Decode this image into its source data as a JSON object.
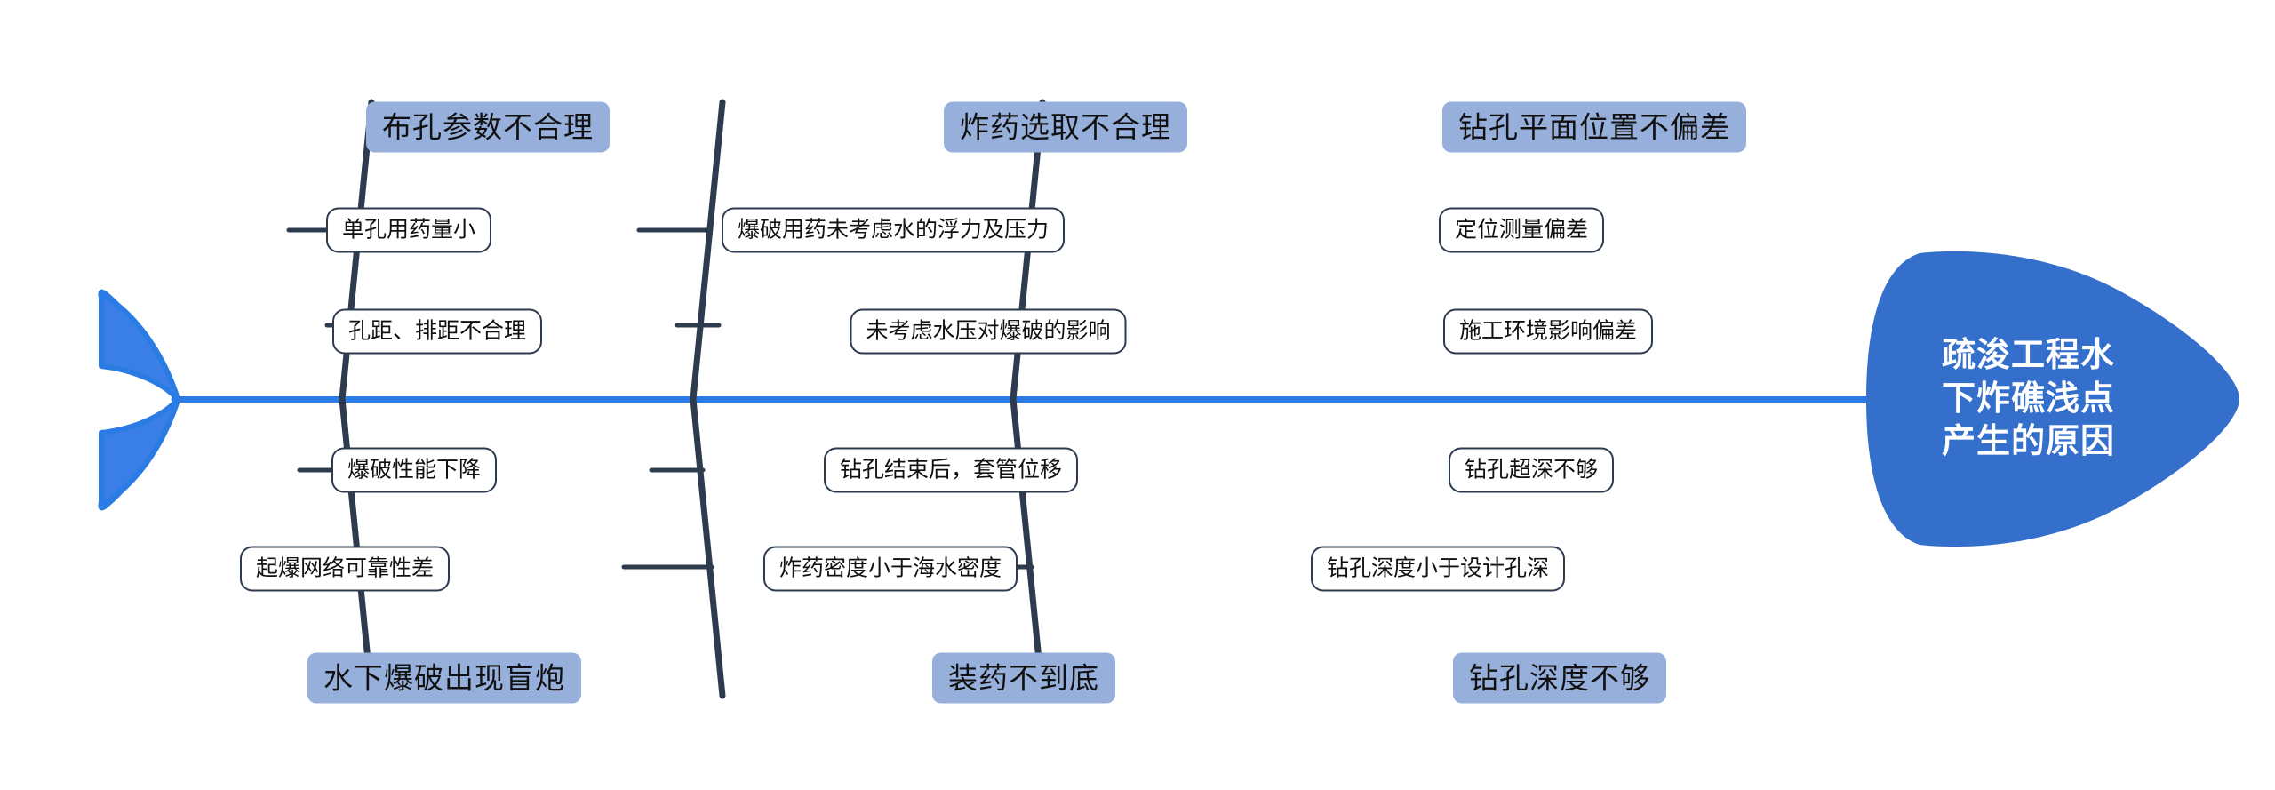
{
  "diagram": {
    "type": "fishbone",
    "title": "疏浚工程水下炸礁浅点产生的原因",
    "title_lines": "疏浚工程水\n下炸礁浅点\n产生的原因",
    "colors": {
      "spine": "#2B7BE4",
      "fish_head": "#336FCB",
      "fish_tail": "#2B7BE4",
      "category_fill": "#96AFDB",
      "category_text": "#111111",
      "bone": "#2E3B4E",
      "sub_box_fill": "#FFFFFF",
      "sub_box_border": "#2E3B4E",
      "background": "#FFFFFF"
    }
  },
  "categories": [
    {
      "id": "cat-top-1",
      "label": "布孔参数不合理",
      "position": "top",
      "causes": [
        {
          "label": "单孔用药量小"
        },
        {
          "label": "孔距、排距不合理"
        }
      ]
    },
    {
      "id": "cat-top-2",
      "label": "炸药选取不合理",
      "position": "top",
      "causes": [
        {
          "label": "爆破用药未考虑水的浮力及压力"
        },
        {
          "label": "未考虑水压对爆破的影响"
        }
      ]
    },
    {
      "id": "cat-top-3",
      "label": "钻孔平面位置不偏差",
      "position": "top",
      "causes": [
        {
          "label": "定位测量偏差"
        },
        {
          "label": "施工环境影响偏差"
        }
      ]
    },
    {
      "id": "cat-bottom-1",
      "label": "水下爆破出现盲炮",
      "position": "bottom",
      "causes": [
        {
          "label": "爆破性能下降"
        },
        {
          "label": "起爆网络可靠性差"
        }
      ]
    },
    {
      "id": "cat-bottom-2",
      "label": "装药不到底",
      "position": "bottom",
      "causes": [
        {
          "label": "钻孔结束后，套管位移"
        },
        {
          "label": "炸药密度小于海水密度"
        }
      ]
    },
    {
      "id": "cat-bottom-3",
      "label": "钻孔深度不够",
      "position": "bottom",
      "causes": [
        {
          "label": "钻孔超深不够"
        },
        {
          "label": "钻孔深度小于设计孔深"
        }
      ]
    }
  ]
}
